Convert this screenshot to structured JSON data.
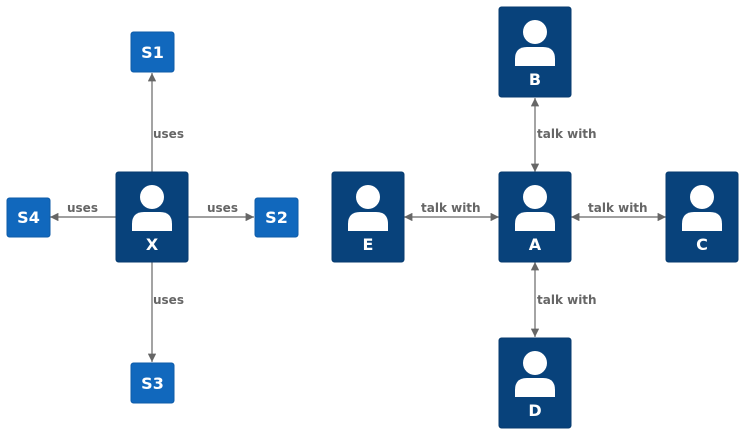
{
  "colors": {
    "person_fill": "#08427b",
    "person_stroke": "#073b6f",
    "system_fill": "#1168bd",
    "system_stroke": "#0e5ba8",
    "edge": "#666666",
    "label_text": "#666666",
    "node_text": "#ffffff"
  },
  "nodes": {
    "X": {
      "label": "X",
      "kind": "person",
      "icon": "person-icon"
    },
    "S1": {
      "label": "S1",
      "kind": "system"
    },
    "S2": {
      "label": "S2",
      "kind": "system"
    },
    "S3": {
      "label": "S3",
      "kind": "system"
    },
    "S4": {
      "label": "S4",
      "kind": "system"
    },
    "A": {
      "label": "A",
      "kind": "person",
      "icon": "person-icon"
    },
    "B": {
      "label": "B",
      "kind": "person",
      "icon": "person-icon"
    },
    "C": {
      "label": "C",
      "kind": "person",
      "icon": "person-icon"
    },
    "D": {
      "label": "D",
      "kind": "person",
      "icon": "person-icon"
    },
    "E": {
      "label": "E",
      "kind": "person",
      "icon": "person-icon"
    }
  },
  "edges": {
    "x_s1": {
      "from": "X",
      "to": "S1",
      "label": "uses",
      "direction": "forward"
    },
    "x_s2": {
      "from": "X",
      "to": "S2",
      "label": "uses",
      "direction": "forward"
    },
    "x_s3": {
      "from": "X",
      "to": "S3",
      "label": "uses",
      "direction": "forward"
    },
    "x_s4": {
      "from": "X",
      "to": "S4",
      "label": "uses",
      "direction": "forward"
    },
    "a_b": {
      "from": "A",
      "to": "B",
      "label": "talk with",
      "direction": "both"
    },
    "a_c": {
      "from": "A",
      "to": "C",
      "label": "talk with",
      "direction": "both"
    },
    "a_d": {
      "from": "A",
      "to": "D",
      "label": "talk with",
      "direction": "both"
    },
    "a_e": {
      "from": "A",
      "to": "E",
      "label": "talk with",
      "direction": "both"
    }
  }
}
